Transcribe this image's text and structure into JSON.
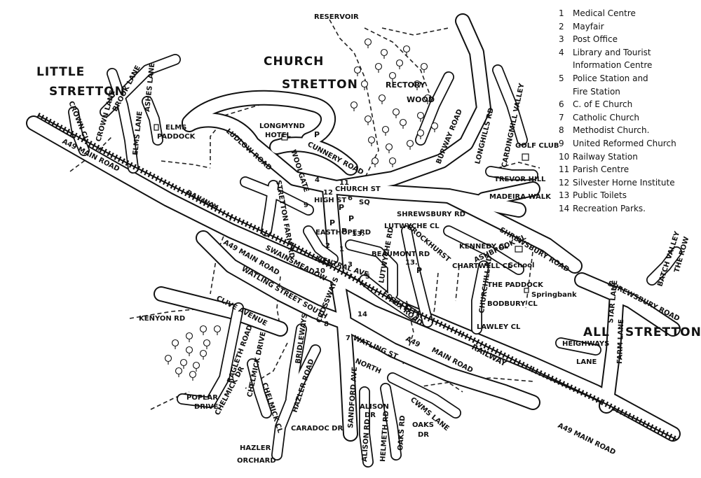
{
  "places": {
    "little_stretton_1": "LITTLE",
    "little_stretton_2": "STRETTON",
    "church_stretton_1": "CHURCH",
    "church_stretton_2": "STRETTON",
    "all_stretton_1": "ALL",
    "all_stretton_2": "STRETTON"
  },
  "legend": [
    {
      "num": "1",
      "text": "Medical Centre"
    },
    {
      "num": "2",
      "text": "Mayfair"
    },
    {
      "num": "3",
      "text": "Post Office"
    },
    {
      "num": "4",
      "text": "Library and Tourist",
      "cont": "Information Centre"
    },
    {
      "num": "5",
      "text": "Police Station and",
      "cont": "Fire Station"
    },
    {
      "num": "6",
      "text": "C. of E Church"
    },
    {
      "num": "7",
      "text": "Catholic Church"
    },
    {
      "num": "8",
      "text": "Methodist Church."
    },
    {
      "num": "9",
      "text": "United Reformed Church"
    },
    {
      "num": "10",
      "text": "Railway Station"
    },
    {
      "num": "11",
      "text": "Parish Centre"
    },
    {
      "num": "12",
      "text": "Silvester Horne Institute"
    },
    {
      "num": "13",
      "text": "Public Toilets"
    },
    {
      "num": "14",
      "text": "Recreation Parks."
    }
  ],
  "labels": {
    "reservoir": "RESERVOIR",
    "rectory": "RECTORY",
    "wood": "WOOD",
    "longmynd_1": "LONGMYND",
    "longmynd_2": "HOTEL",
    "golf_club": "GOLF CLUB",
    "school": "School",
    "springbank": "Springbank",
    "railway_1": "RAILWAY",
    "railway_2": "RAILWAY",
    "a49_1": "A49 MAIN ROAD",
    "a49_2": "A49 MAIN ROAD",
    "a49_3": "A49",
    "a49_3b": "MAIN ROAD",
    "a49_4": "A49 MAIN ROAD",
    "ludlow_road": "LUDLOW ROAD",
    "cunnery_road": "CUNNERY ROAD",
    "woolgate": "WOOLGATE",
    "burway_road": "BURWAY ROAD",
    "longhills_rd": "LONGHILLS RD",
    "cardingmill": "CARDINGMILL VALLEY",
    "trevor_hill": "TREVOR HILL",
    "madeira_walk": "MADEIRA WALK",
    "shrewsbury_rd": "SHREWSBURY RD",
    "shrewsbury_road": "SHREWSBURY ROAD",
    "shrewsbury_road_2": "SHREWSBURY ROAD",
    "church_st": "CHURCH ST",
    "high_st": "HIGH ST",
    "sq": "SQ",
    "easthope_rd": "EASTHOPE RD",
    "central_ave": "CENTRAL AVE",
    "stretton_farm_rd": "STRETTON FARM RD",
    "swains_meadow": "SWAINSMEADOW",
    "watling_st_south": "WATLING STREET SOUTH",
    "watling_st_north_1": "WATLING ST",
    "watling_st_north_2": "NORTH",
    "crossways": "CROSSWAYS",
    "essex_road": "ESSEX ROAD",
    "beaumont_rd": "BEAUMONT RD",
    "lutwyche_cl": "LUTWYCHE CL",
    "lutwyche_rd": "LUTWYCHE RD",
    "brockhurst": "BROCKHURST",
    "kennedy_cl": "KENNEDY CL",
    "chartwell_cl": "CHARTWELL CL",
    "ashbrook_cl": "ASHBROOK CL",
    "the_paddock": "THE PADDOCK",
    "churchill_rd": "CHURCHILL RD",
    "bodbury_cl": "BODBURY CL",
    "lawley_cl": "LAWLEY CL",
    "kenyon_rd": "KENYON RD",
    "clive_avenue": "CLIVE AVENUE",
    "ragleth_road": "RAGLETH ROAD",
    "chelmick_drive": "CHELMICK DRIVE",
    "chelmick_cl": "CHELMICK CL",
    "bridleways": "BRIDLEWAYS",
    "hazler_road": "HAZLER ROAD",
    "sandford_ave": "SANDFORD AVE",
    "caradoc_dr": "CARADOC DR",
    "hazler_orchard_1": "HAZLER",
    "hazler_orchard_2": "ORCHARD",
    "poplar_drive_1": "POPLAR",
    "poplar_drive_2": "DRIVE",
    "chelmick_dr2": "CHELMICK DR",
    "alison_dr_1": "ALISON",
    "alison_dr_2": "DR",
    "alison_rd": "ALISON RD",
    "helmeth_rd": "HELMETH RD",
    "oaks_rd": "OAKS RD",
    "oaks_dr_1": "OAKS",
    "oaks_dr_2": "DR",
    "cwms_lane": "CWMS LANE",
    "crown_cl": "CROWN CL",
    "crown_lane": "CROWN LANE",
    "brook_lane": "BROOK LANE",
    "ashes_lane": "ASHES LANE",
    "elms_lane": "ELMS LANE",
    "elms_paddock_1": "ELMS",
    "elms_paddock_2": "PADDOCK",
    "heighways_1": "HEIGHWAYS",
    "heighways_2": "LANE",
    "farm_lane": "FARM LANE",
    "star_lane": "STAR LANE",
    "batch_valley": "BATCH VALLEY",
    "the_row": "THE ROW",
    "parking": "P"
  },
  "markers": {
    "n1": "1",
    "n2": "2",
    "n3": "3",
    "n4": "4",
    "n5": "5",
    "n6": "6",
    "n7": "7",
    "n8": "8",
    "n9": "9",
    "n10": "10",
    "n11": "11",
    "n12": "12",
    "n13": "13",
    "n13b": "13.",
    "n14": "14"
  }
}
